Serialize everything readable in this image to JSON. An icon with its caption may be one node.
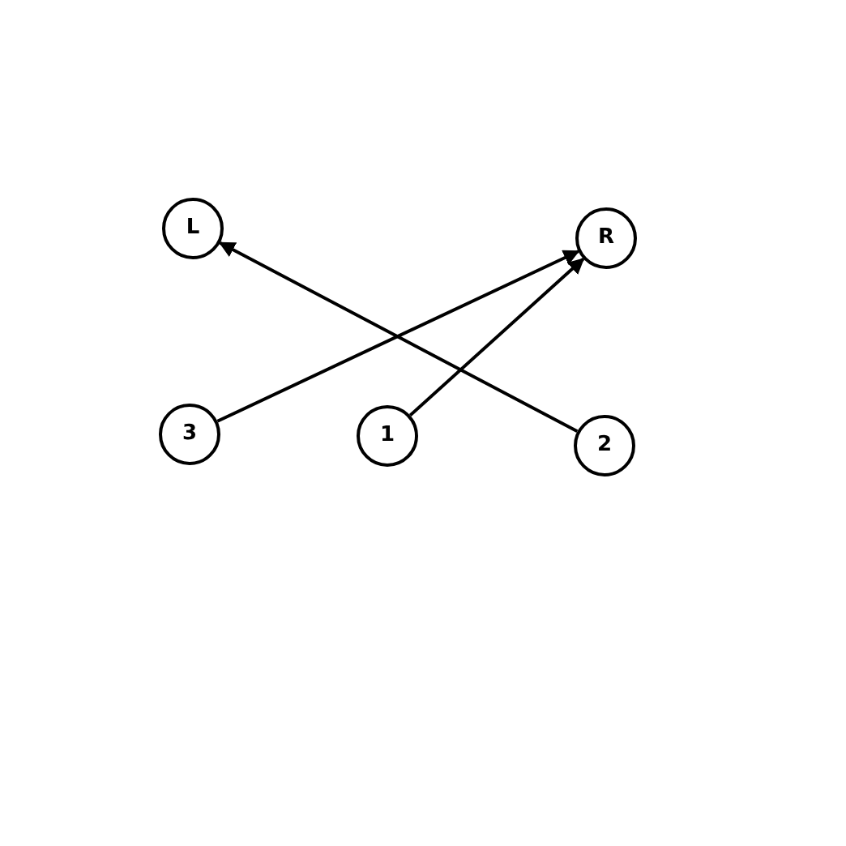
{
  "diagram": {
    "nodes": [
      {
        "text": [
          "L"
        ]
      },
      {
        "text": [
          "R"
        ]
      },
      {
        "text": [
          "3"
        ]
      },
      {
        "text": [
          "1"
        ]
      },
      {
        "text": [
          "2"
        ]
      }
    ],
    "edges": [
      {
        "from": 4,
        "to": 0,
        "arrow": "to"
      },
      {
        "from": 2,
        "to": 1,
        "arrow": "to"
      },
      {
        "from": 3,
        "to": 1,
        "arrow": "to"
      }
    ]
  }
}
